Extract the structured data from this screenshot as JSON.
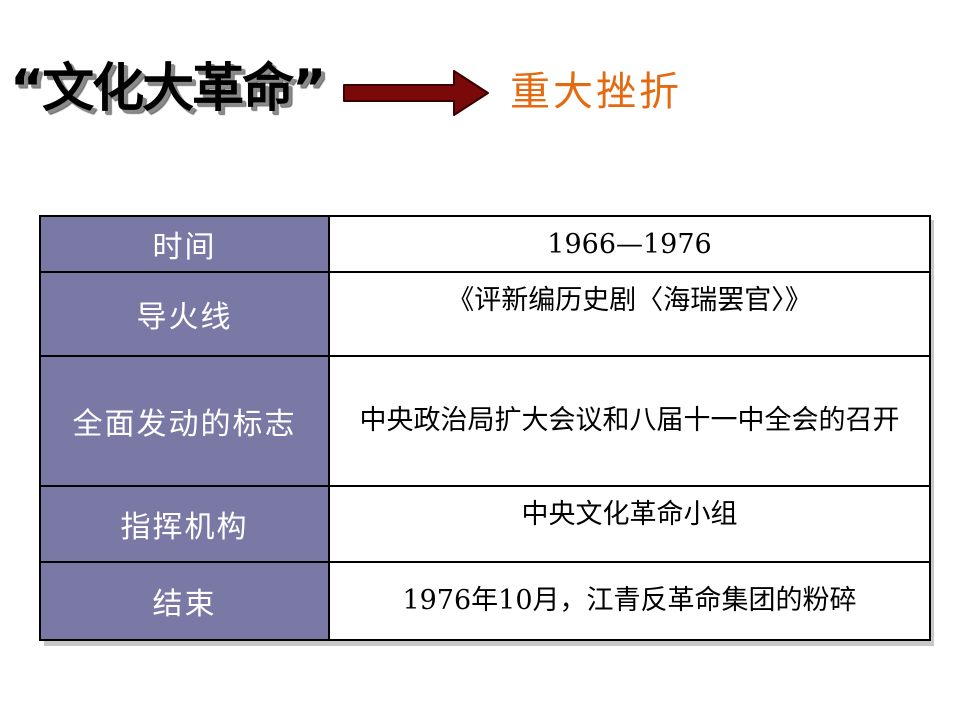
{
  "header": {
    "title": "“文化大革命”",
    "subtitle": "重大挫折"
  },
  "table": {
    "rows": [
      {
        "label": "时间",
        "value": "1966—1976"
      },
      {
        "label": "导火线",
        "value": "《评新编历史剧〈海瑞罢官〉》"
      },
      {
        "label": "全面发动的标志",
        "value": "中央政治局扩大会议和八届十一中全会的召开"
      },
      {
        "label": "指挥机构",
        "value": "中央文化革命小组"
      },
      {
        "label": "结束",
        "value": "1976年10月，江青反革命集团的粉碎"
      }
    ]
  },
  "colors": {
    "label_background": "#7a79a6",
    "subtitle": "#e46a10",
    "arrow": "#7a0a0a"
  }
}
